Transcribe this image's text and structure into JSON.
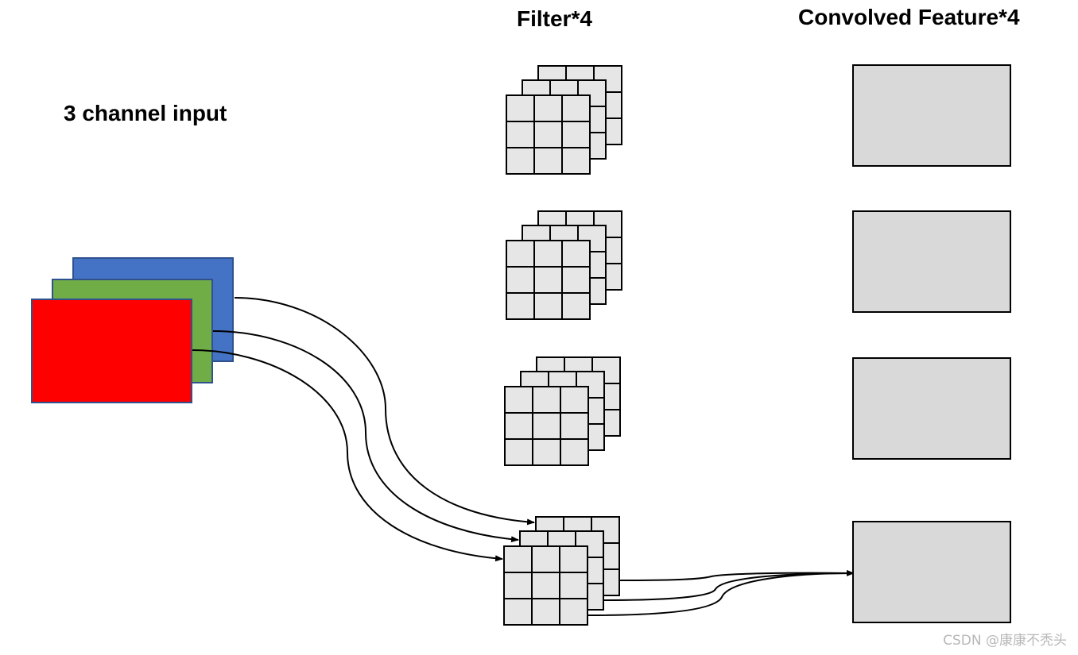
{
  "labels": {
    "input": "3 channel input",
    "filter": "Filter*4",
    "convolved": "Convolved Feature*4",
    "watermark": "CSDN @康康不秃头"
  },
  "colors": {
    "channel_blue": "#4472c4",
    "channel_green": "#70ad47",
    "channel_red": "#ff0000",
    "filter_cell": "#e6e6e6",
    "feature_box": "#d9d9d9"
  },
  "filters": {
    "count": 4,
    "grid_rows": 3,
    "grid_cols": 3,
    "layers_per_filter": 3
  },
  "convolved_features": {
    "count": 4
  }
}
